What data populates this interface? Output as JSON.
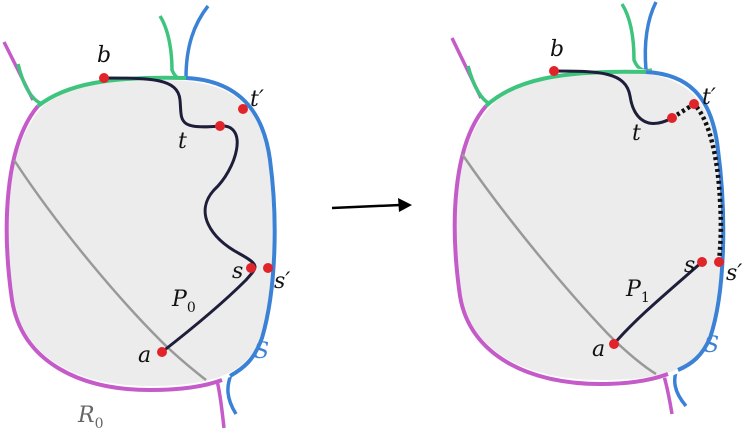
{
  "colors": {
    "region_fill": "#ececec",
    "region_outline": "#ffffff",
    "purple": "#c45bc8",
    "green": "#3fc47e",
    "blue": "#3b82d6",
    "path": "#1e1e3a",
    "gray_curve": "#999999",
    "point": "#e0242a",
    "label_gray": "#666666"
  },
  "left_panel": {
    "labels": {
      "b": "b",
      "t": "t",
      "t_prime": "t′",
      "s": "s",
      "s_prime": "s′",
      "a": "a",
      "P": "P",
      "P_sub": "0",
      "S": "S",
      "R": "R",
      "R_sub": "0"
    }
  },
  "right_panel": {
    "labels": {
      "b": "b",
      "t": "t",
      "t_prime": "t′",
      "s": "s",
      "s_prime": "s′",
      "a": "a",
      "P": "P",
      "P_sub": "1",
      "S": "S"
    }
  },
  "arrow": {
    "icon": "right-arrow-icon"
  }
}
